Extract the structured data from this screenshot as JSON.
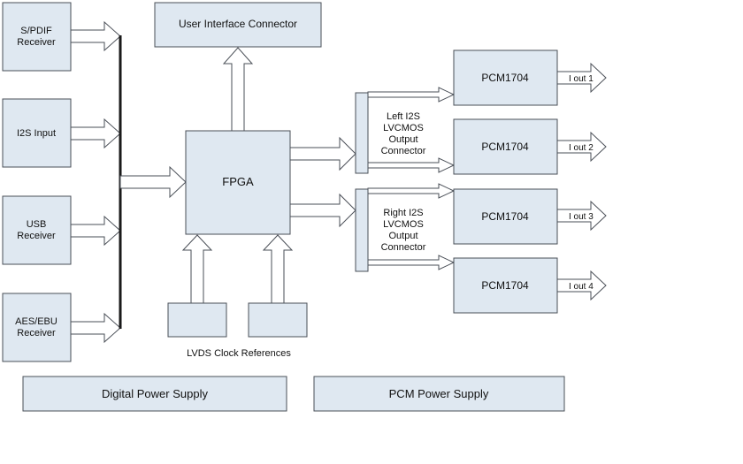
{
  "inputs": {
    "spdif": [
      "S/PDIF",
      "Receiver"
    ],
    "i2s": [
      "I2S Input"
    ],
    "usb": [
      "USB",
      "Receiver"
    ],
    "aesebu": [
      "AES/EBU",
      "Receiver"
    ]
  },
  "user_interface": "User Interface Connector",
  "fpga": "FPGA",
  "lvds_label": "LVDS Clock References",
  "left_connector": [
    "Left I2S",
    "LVCMOS",
    "Output",
    "Connector"
  ],
  "right_connector": [
    "Right I2S",
    "LVCMOS",
    "Output",
    "Connector"
  ],
  "dacs": [
    "PCM1704",
    "PCM1704",
    "PCM1704",
    "PCM1704"
  ],
  "outputs": [
    "I out 1",
    "I out 2",
    "I out 3",
    "I out 4"
  ],
  "digital_power": "Digital Power Supply",
  "pcm_power": "PCM Power Supply"
}
